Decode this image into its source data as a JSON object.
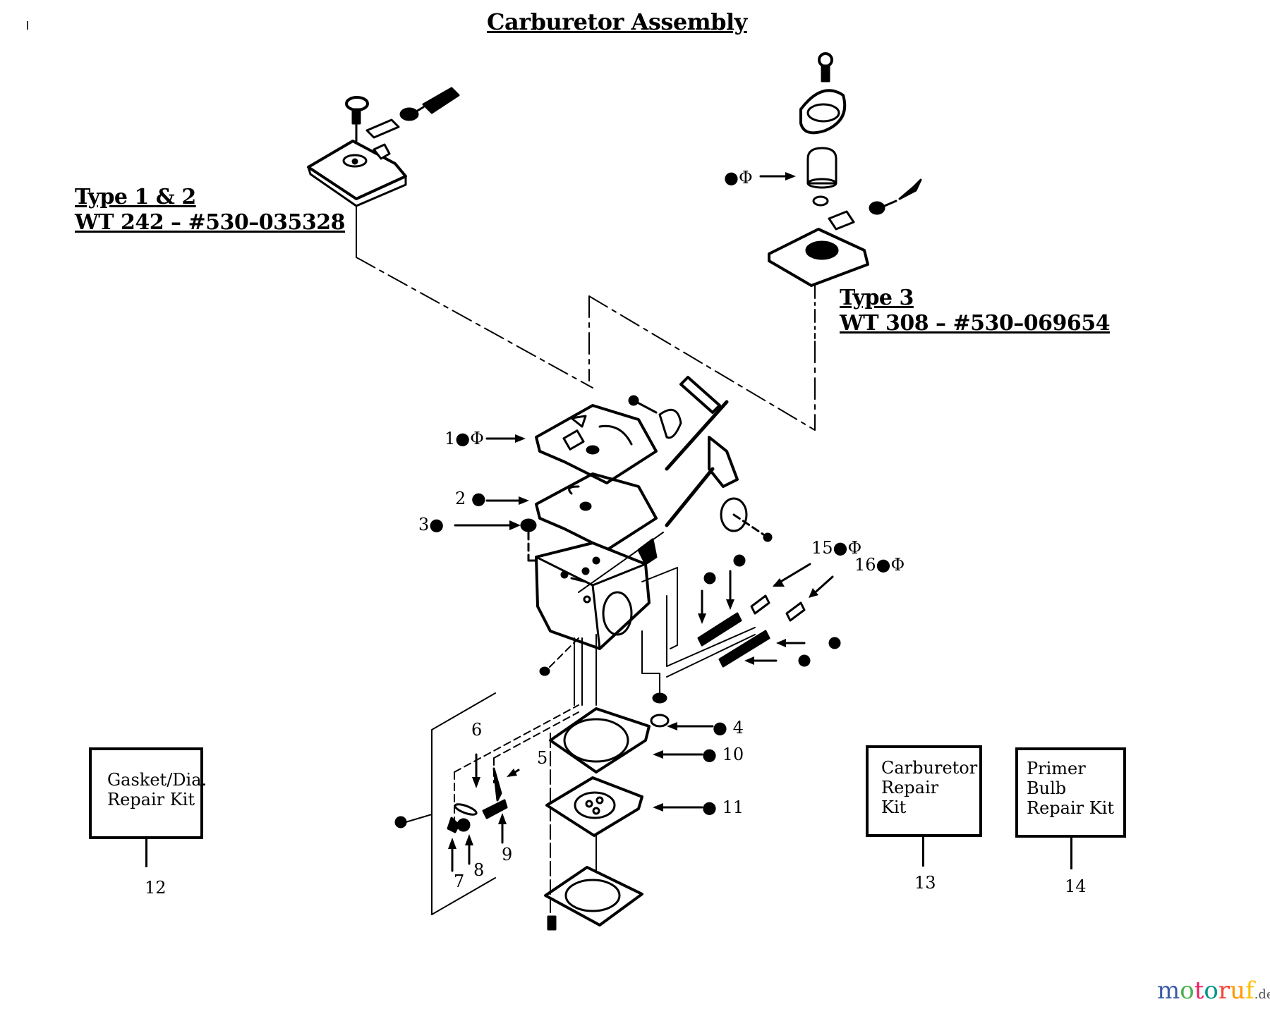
{
  "title": "Carburetor Assembly",
  "type_labels": [
    {
      "line1": "Type 1  & 2",
      "line2": "WT 242 – #530–035328"
    },
    {
      "line1": "Type  3",
      "line2": "WT 308 – #530–069654"
    }
  ],
  "primer_callout": "●Φ",
  "callouts": [
    {
      "num": "1",
      "suffix": "●Φ"
    },
    {
      "num": "2",
      "suffix": "●"
    },
    {
      "num": "3",
      "suffix": "●"
    },
    {
      "num": "4",
      "prefix": "●"
    },
    {
      "num": "5"
    },
    {
      "num": "6"
    },
    {
      "num": "7"
    },
    {
      "num": "8"
    },
    {
      "num": "9"
    },
    {
      "num": "10",
      "prefix": "●"
    },
    {
      "num": "11",
      "prefix": "●"
    },
    {
      "num": "15",
      "suffix": "●Φ"
    },
    {
      "num": "16",
      "suffix": "●Φ"
    }
  ],
  "kits": [
    {
      "num": "12",
      "text": "Gasket/Dia.\nRepair Kit"
    },
    {
      "num": "13",
      "text": "Carburetor\nRepair\nKit"
    },
    {
      "num": "14",
      "text": "Primer\nBulb\nRepair Kit"
    }
  ],
  "watermark": {
    "letters": [
      {
        "ch": "m",
        "color": "#3b5ba5"
      },
      {
        "ch": "o",
        "color": "#4caf50"
      },
      {
        "ch": "t",
        "color": "#e91e63"
      },
      {
        "ch": "o",
        "color": "#009688"
      },
      {
        "ch": "r",
        "color": "#f44336"
      },
      {
        "ch": "u",
        "color": "#ff9800"
      },
      {
        "ch": "f",
        "color": "#ffc107"
      }
    ],
    "suffix": ".de"
  }
}
